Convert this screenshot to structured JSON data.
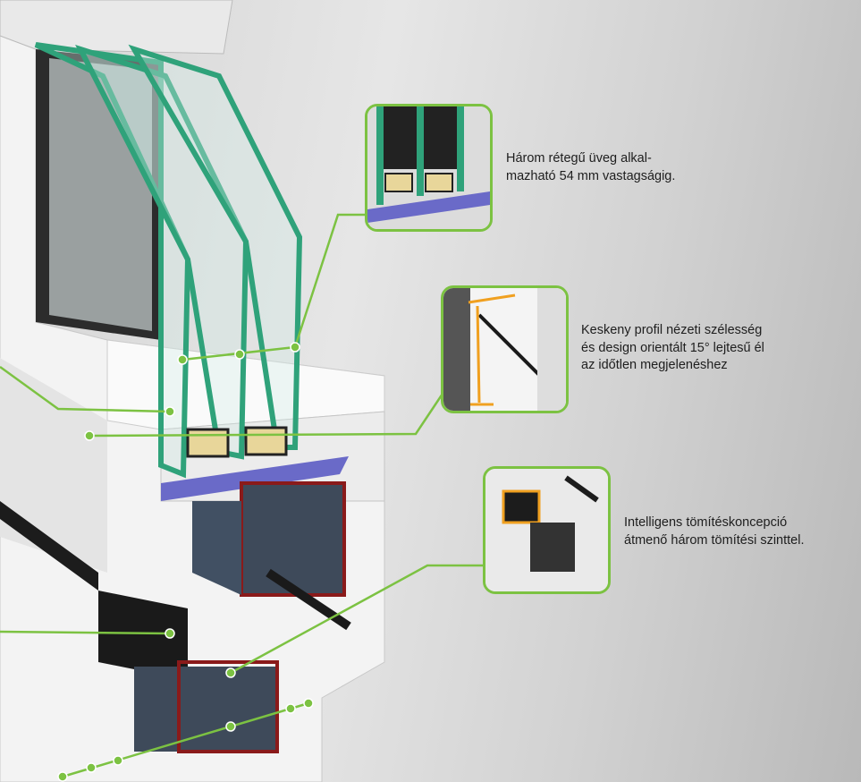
{
  "callouts": [
    {
      "text": "Három rétegű üveg alkal-\nmazható 54 mm vastagságig."
    },
    {
      "text": "Keskeny profil nézeti szélesség\nés design orientált 15° lejtesű él\naz időtlen megjelenéshez"
    },
    {
      "text": "Intelligens tömítéskoncepció\nátmenő három tömítési szinttel."
    }
  ],
  "colors": {
    "accent_green": "#7cc242",
    "glass_green": "#2fa27a",
    "highlight_orange": "#f0a020",
    "gasket_purple": "#6a6ac8",
    "steel_red": "#8a1a1a"
  }
}
